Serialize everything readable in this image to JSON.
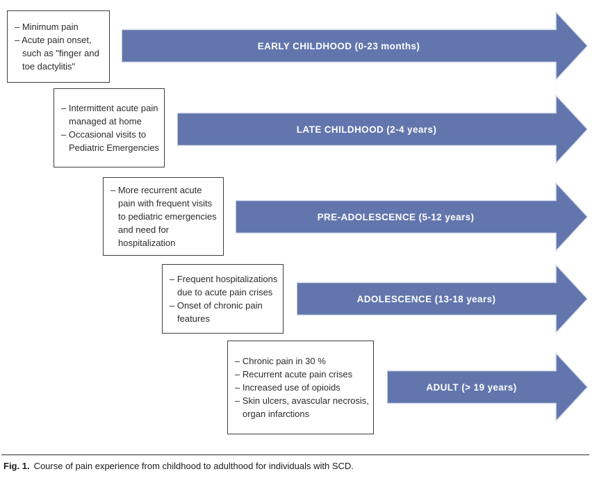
{
  "colors": {
    "arrow_fill": "#6276ad",
    "arrow_outline": "#dde2f1",
    "arrow_text": "#ffffff",
    "box_border": "#3d3d3d",
    "box_text": "#2b2b2b"
  },
  "stages": [
    {
      "label": "EARLY CHILDHOOD (0-23 months)",
      "bullets": [
        "– Minimum pain",
        "– Acute pain onset, such as \"finger and toe dactylitis\""
      ]
    },
    {
      "label": "LATE CHILDHOOD (2-4 years)",
      "bullets": [
        "– Intermittent acute pain managed at home",
        "– Occasional visits to Pediatric Emergencies"
      ]
    },
    {
      "label": "PRE-ADOLESCENCE (5-12 years)",
      "bullets": [
        "– More recurrent acute pain with frequent visits to pediatric emergencies and need for hospitalization"
      ]
    },
    {
      "label": "ADOLESCENCE (13-18 years)",
      "bullets": [
        "– Frequent hospitalizations due to acute pain crises",
        "– Onset of chronic pain features"
      ]
    },
    {
      "label": "ADULT (> 19 years)",
      "bullets": [
        "– Chronic pain in 30 %",
        "– Recurrent acute pain crises",
        "– Increased use of opioids",
        "– Skin ulcers, avascular necrosis, organ infarctions"
      ]
    }
  ],
  "caption": {
    "fig_label": "Fig. 1.",
    "text": "Course of pain experience from childhood to adulthood for individuals with SCD."
  }
}
